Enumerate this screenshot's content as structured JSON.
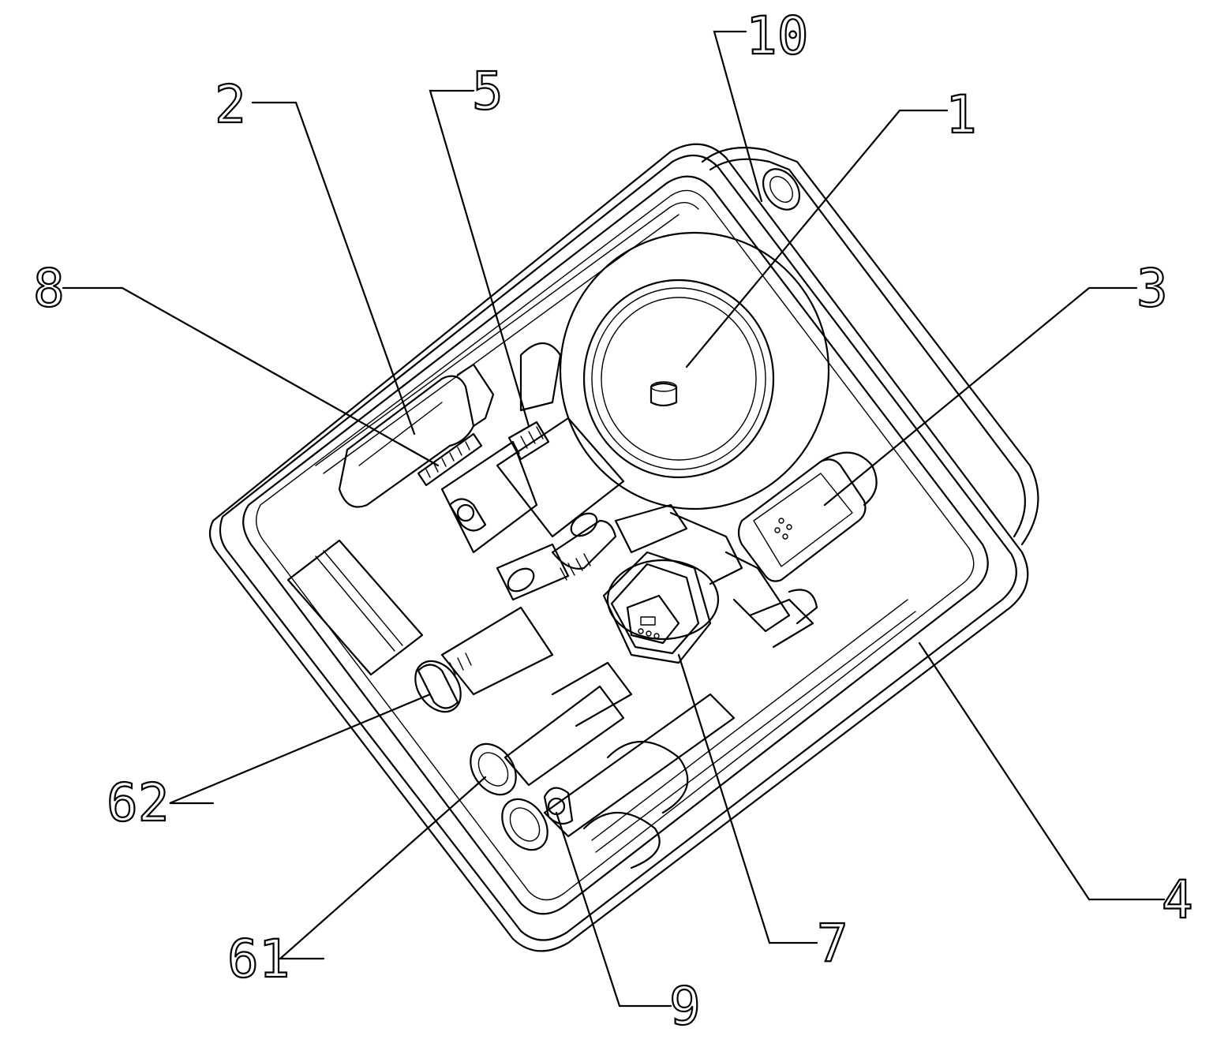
{
  "labels": {
    "l1": "1",
    "l2": "2",
    "l3": "3",
    "l4": "4",
    "l5": "5",
    "l7": "7",
    "l8": "8",
    "l9": "9",
    "l10": "10",
    "l61": "61",
    "l62": "62"
  },
  "colors": {
    "line": "#000000",
    "background": "#ffffff"
  }
}
